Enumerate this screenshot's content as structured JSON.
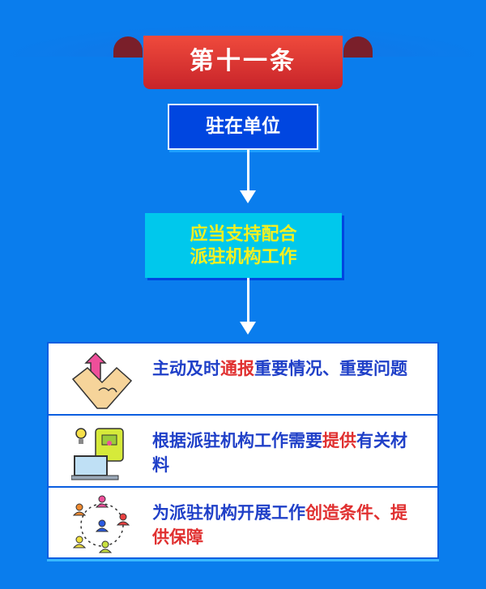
{
  "title": "第十一条",
  "subject": "驻在单位",
  "duty": [
    "应当支持配合",
    "派驻机构工作"
  ],
  "items": [
    {
      "icon": "handshake-icon",
      "segments": [
        {
          "text": "主动及时",
          "hl": false
        },
        {
          "text": "通报",
          "hl": true
        },
        {
          "text": "重要情况、重要问题",
          "hl": false
        }
      ]
    },
    {
      "icon": "laptop-backpack-icon",
      "segments": [
        {
          "text": "根据派驻机构工作需要",
          "hl": false
        },
        {
          "text": "提供",
          "hl": true
        },
        {
          "text": "有关材料",
          "hl": false
        }
      ]
    },
    {
      "icon": "people-network-icon",
      "segments": [
        {
          "text": "为派驻机构开展工作",
          "hl": false
        },
        {
          "text": "创造条件、提供保障",
          "hl": true
        }
      ]
    }
  ],
  "colors": {
    "background": "#0a7ded",
    "ribbon": "#d83030",
    "highlight": "#e03030",
    "text": "#2040c8",
    "duty_text": "#f5f020"
  }
}
